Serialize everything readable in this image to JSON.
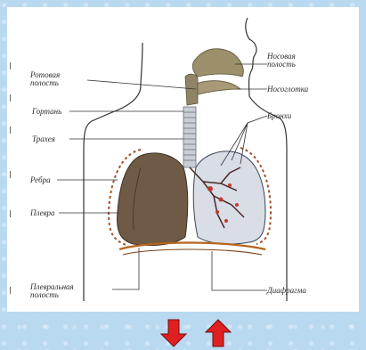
{
  "diagram": {
    "labels": {
      "nasal_cavity": "Носовая полость",
      "oral_cavity": "Ротовая полость",
      "nasopharynx": "Носоглотка",
      "larynx": "Гортань",
      "bronchi": "Бронхи",
      "trachea": "Трахея",
      "ribs": "Ребра",
      "pleura": "Плевра",
      "pleural_cavity": "Плевральная полость",
      "diaphragm": "Диафрагма"
    }
  },
  "arrows": {
    "down_icon": "arrow-down",
    "up_icon": "arrow-up",
    "color": "#e02020"
  }
}
